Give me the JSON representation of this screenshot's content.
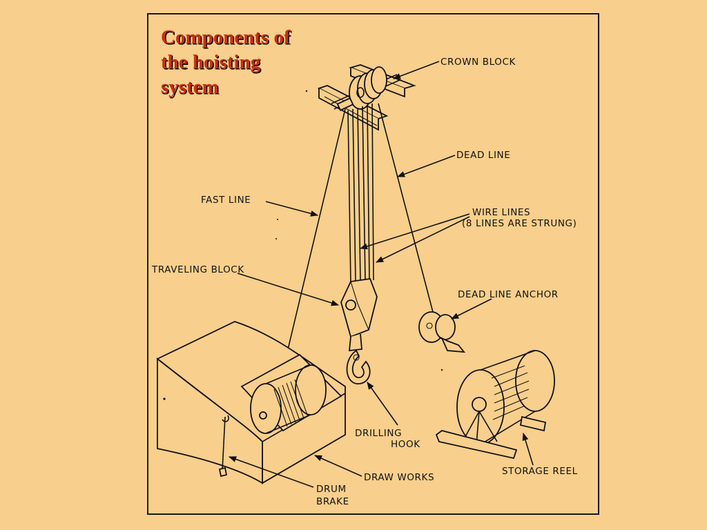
{
  "title": {
    "line1": "Components of",
    "line2": "the hoisting",
    "line3": "system"
  },
  "labels": {
    "crown_block": "CROWN BLOCK",
    "dead_line": "DEAD LINE",
    "fast_line": "FAST LINE",
    "wire_lines": "WIRE LINES",
    "wire_lines_note": "(8 LINES ARE STRUNG)",
    "traveling_block": "TRAVELING BLOCK",
    "dead_line_anchor": "DEAD LINE ANCHOR",
    "drilling": "DRILLING",
    "hook": "HOOK",
    "draw_works": "DRAW WORKS",
    "drum": "DRUM",
    "brake": "BRAKE",
    "storage_reel": "STORAGE REEL"
  }
}
